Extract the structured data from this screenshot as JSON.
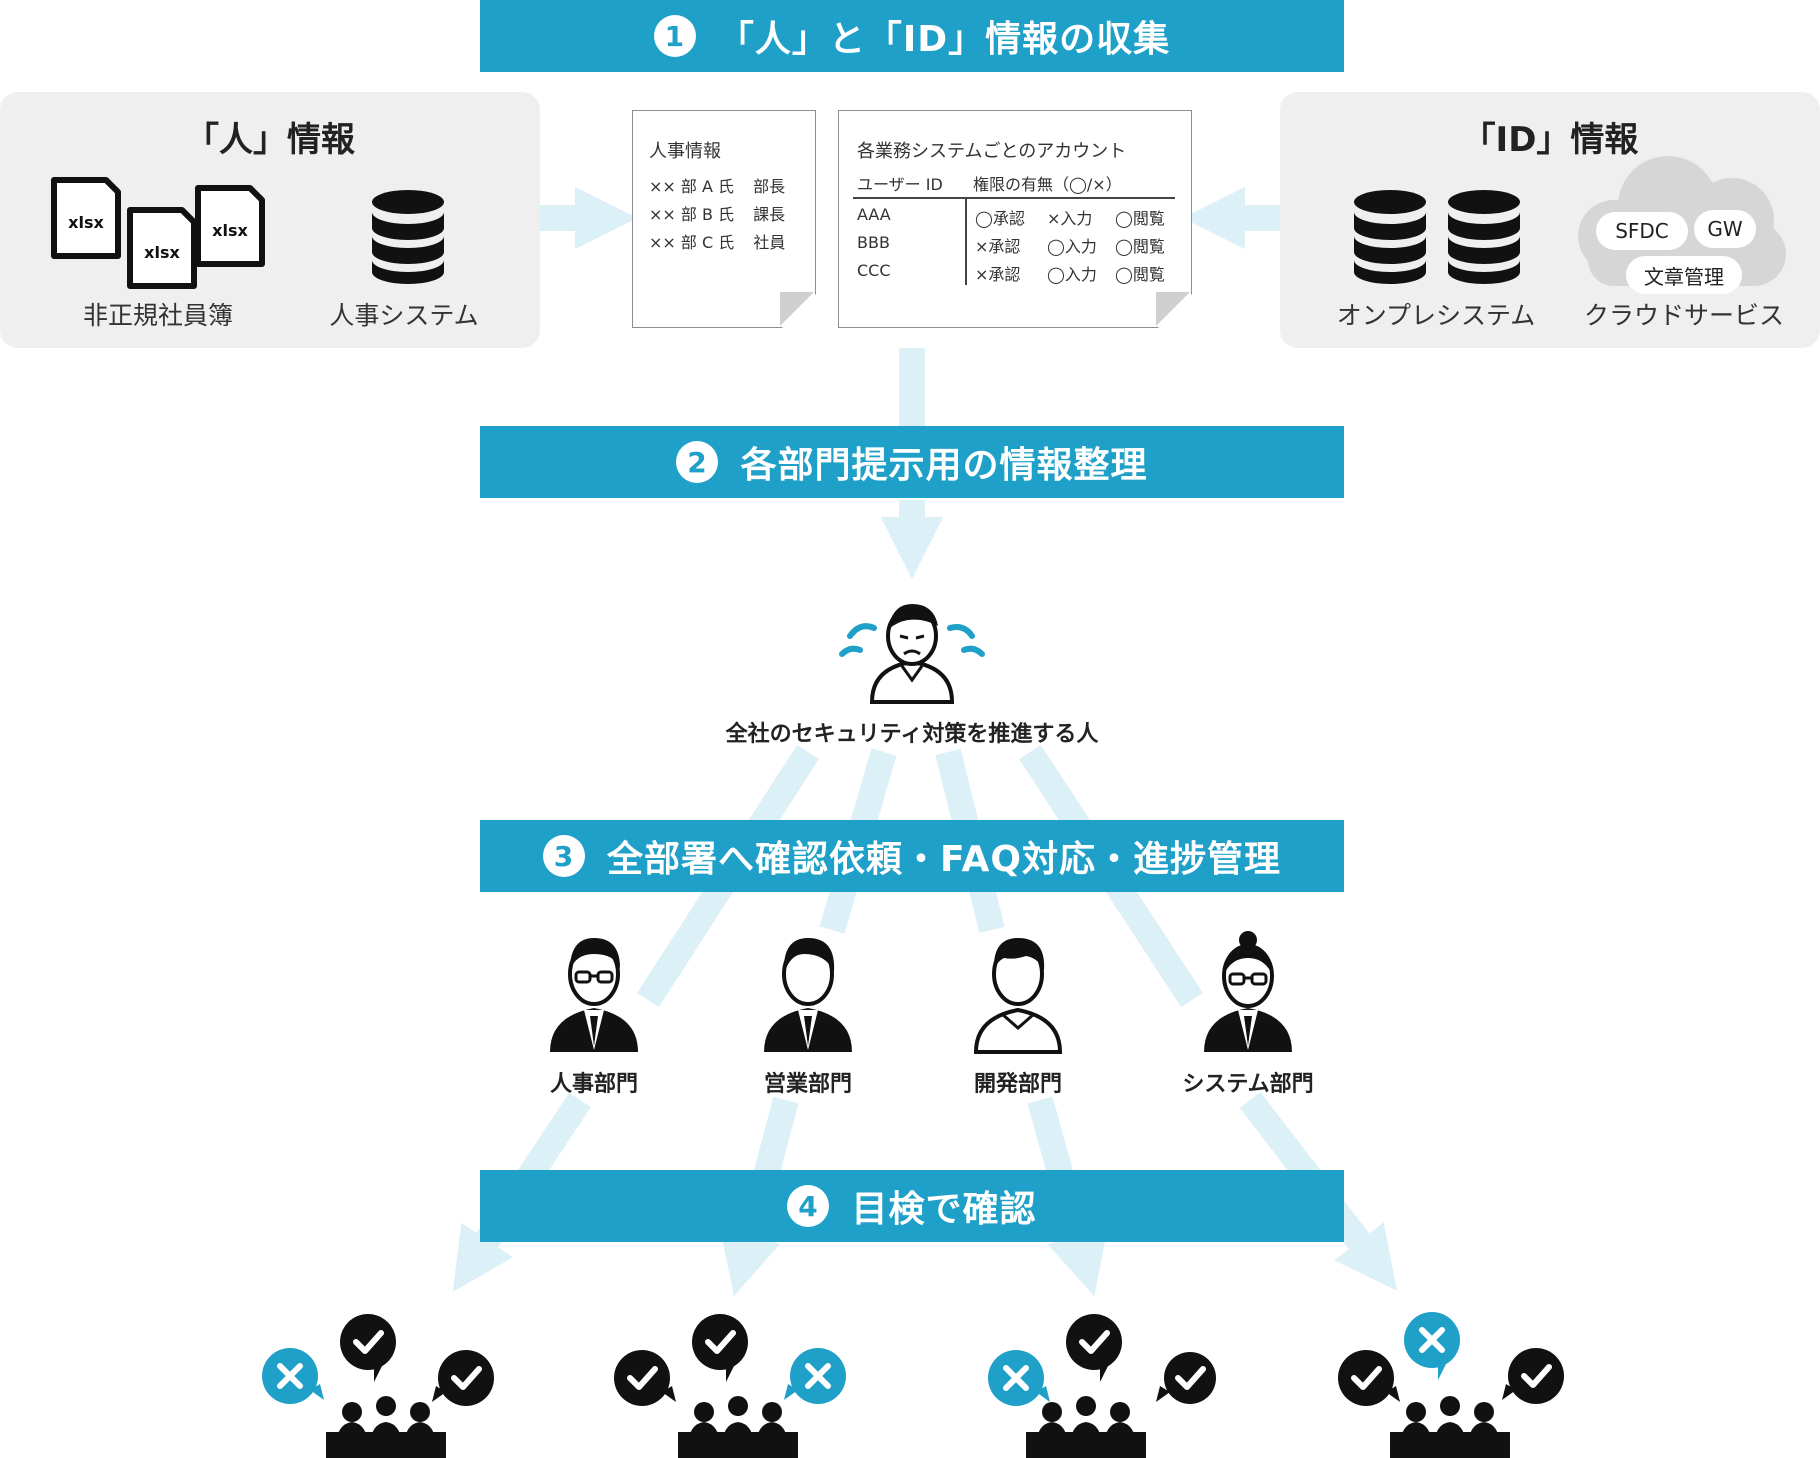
{
  "steps": [
    {
      "num": "1",
      "label": "「人」と「ID」情報の収集"
    },
    {
      "num": "2",
      "label": "各部門提示用の情報整理"
    },
    {
      "num": "3",
      "label": "全部署へ確認依頼・FAQ対応・進捗管理"
    },
    {
      "num": "4",
      "label": "目検で確認"
    }
  ],
  "people_info": {
    "title": "「人」情報",
    "sources": [
      {
        "label": "非正規社員簿",
        "icon": "xlsx-file-icons",
        "file_label": "xlsx"
      },
      {
        "label": "人事システム",
        "icon": "database-icon"
      }
    ]
  },
  "id_info": {
    "title": "「ID」情報",
    "sources": [
      {
        "label": "オンプレシステム",
        "icon": "database-icon"
      },
      {
        "label": "クラウドサービス",
        "icon": "cloud-icon"
      }
    ],
    "cloud_items": [
      "SFDC",
      "GW",
      "文章管理"
    ]
  },
  "hr_doc": {
    "title": "人事情報",
    "rows": [
      {
        "dept": "×× 部 A 氏",
        "role": "部長"
      },
      {
        "dept": "×× 部 B 氏",
        "role": "課長"
      },
      {
        "dept": "×× 部 C 氏",
        "role": "社員"
      }
    ]
  },
  "account_doc": {
    "title": "各業務システムごとのアカウント",
    "headers": [
      "ユーザー ID",
      "権限の有無（◯/×）"
    ],
    "rows": [
      {
        "id": "AAA",
        "perms": [
          "◯承認",
          "×入力",
          "◯閲覧"
        ]
      },
      {
        "id": "BBB",
        "perms": [
          "×承認",
          "◯入力",
          "◯閲覧"
        ]
      },
      {
        "id": "CCC",
        "perms": [
          "×承認",
          "◯入力",
          "◯閲覧"
        ]
      }
    ]
  },
  "central_person": {
    "label": "全社のセキュリティ対策を推進する人"
  },
  "departments": [
    {
      "label": "人事部門",
      "icon": "person-glasses-icon"
    },
    {
      "label": "営業部門",
      "icon": "person-suit-icon"
    },
    {
      "label": "開発部門",
      "icon": "person-casual-icon"
    },
    {
      "label": "システム部門",
      "icon": "person-woman-glasses-icon"
    }
  ],
  "teams": [
    {
      "marks": [
        "cross",
        "check",
        "check"
      ]
    },
    {
      "marks": [
        "check",
        "check",
        "cross"
      ]
    },
    {
      "marks": [
        "cross",
        "check",
        "check"
      ]
    },
    {
      "marks": [
        "check",
        "cross",
        "check"
      ]
    }
  ],
  "colors": {
    "accent": "#1fa0c8",
    "arrow": "#dcf0f8",
    "panel": "#efefef",
    "dark": "#111111"
  }
}
